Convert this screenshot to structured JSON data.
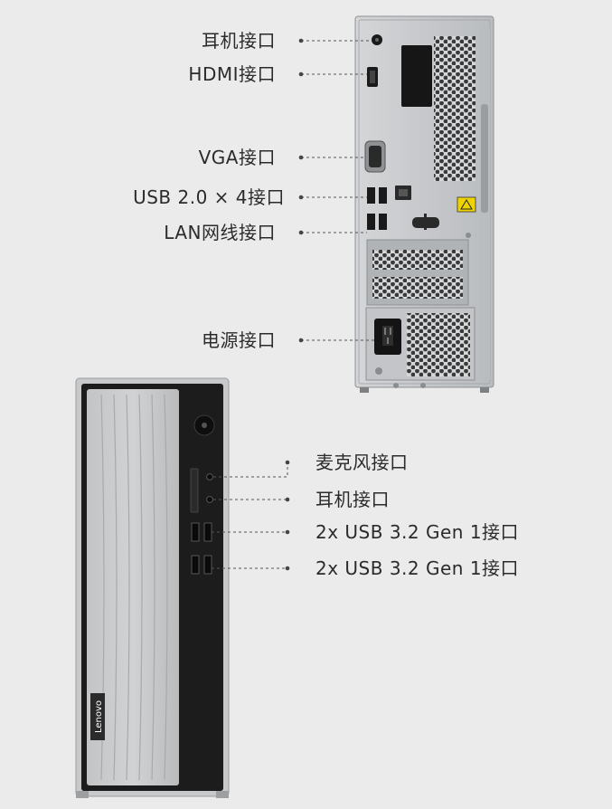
{
  "colors": {
    "background": "#ebebeb",
    "case_silver": "#c9cccf",
    "case_dark": "#1e1e1e",
    "front_panel": "#b8bbbe",
    "leader_line": "#555555"
  },
  "rear_labels": [
    {
      "id": "headphone-port",
      "text": "耳机接口"
    },
    {
      "id": "hdmi-port",
      "text": "HDMI接口"
    },
    {
      "id": "vga-port",
      "text": "VGA接口"
    },
    {
      "id": "usb2-ports",
      "text": "USB 2.0 × 4接口"
    },
    {
      "id": "lan-port",
      "text": "LAN网线接口"
    },
    {
      "id": "power-port",
      "text": "电源接口"
    }
  ],
  "front_labels": [
    {
      "id": "microphone-port",
      "text": "麦克风接口"
    },
    {
      "id": "headphone-port-front",
      "text": "耳机接口"
    },
    {
      "id": "usb32-ports-upper",
      "text": "2x USB 3.2 Gen 1接口"
    },
    {
      "id": "usb32-ports-lower",
      "text": "2x USB 3.2 Gen 1接口"
    }
  ],
  "brand": {
    "logo_text": "Lenovo"
  },
  "icons": [
    "headphone-icon",
    "hdmi-port-icon",
    "vga-port-icon",
    "usb-port-icon",
    "lan-port-icon",
    "power-socket-icon",
    "power-button-icon",
    "microphone-jack-icon"
  ]
}
